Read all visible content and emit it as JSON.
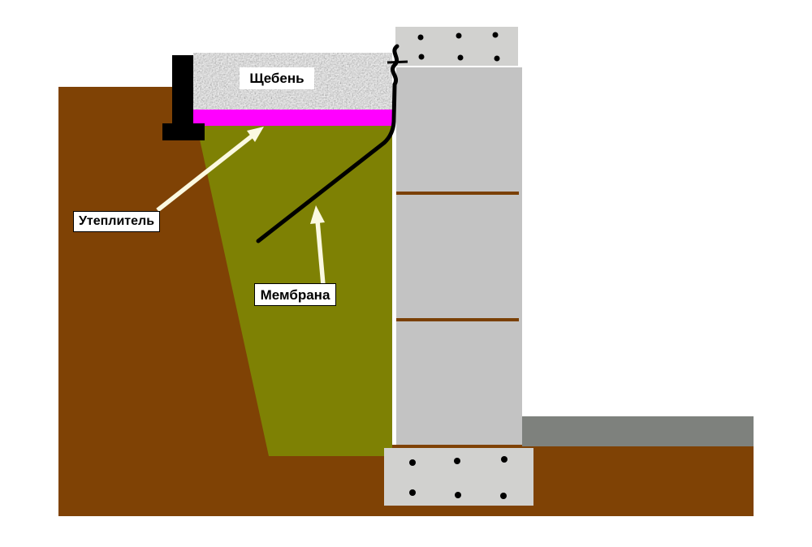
{
  "diagram": {
    "type": "construction-cross-section",
    "labels": {
      "gravel": "Щебень",
      "insulation": "Утеплитель",
      "membrane": "Мембрана"
    },
    "colors": {
      "background": "#FFFFFF",
      "soil_brown": "#7F4205",
      "backfill_olive": "#7E8104",
      "insulation_magenta": "#FF00FF",
      "wall_gray": "#C3C3C3",
      "mortar_joint_brown": "#7A4005",
      "reinforced_block_gray": "#D1D1CF",
      "rebar_dot_black": "#000000",
      "floor_slab_gray": "#7E817D",
      "membrane_black": "#000000",
      "edge_post_black": "#000000",
      "arrow_cream": "#FBF9E1"
    }
  }
}
